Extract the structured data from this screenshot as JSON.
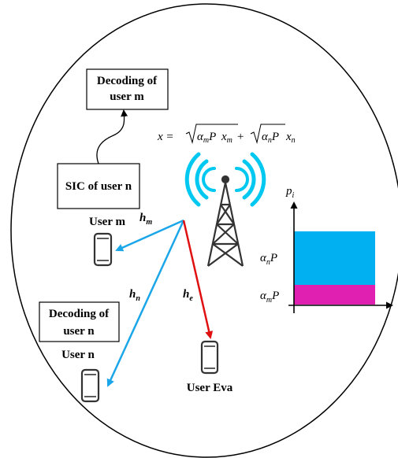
{
  "boxes": {
    "decoding_m_line1": "Decoding of",
    "decoding_m_line2": "user m",
    "sic_n": "SIC of user n",
    "decoding_n_line1": "Decoding of",
    "decoding_n_line2": "user n"
  },
  "users": {
    "m": "User m",
    "n": "User n",
    "eva": "User Eva"
  },
  "channels": {
    "hm": {
      "base": "h",
      "sub": "m"
    },
    "hn": {
      "base": "h",
      "sub": "n"
    },
    "he": {
      "base": "h",
      "sub": "e"
    }
  },
  "equation": {
    "lhs": "x = ",
    "plus": " + ",
    "alpha": "α",
    "P": "P",
    "x": "x",
    "sub_m": "m",
    "sub_n": "n"
  },
  "power_chart": {
    "ylabel_base": "p",
    "ylabel_sub": "i",
    "levels": [
      {
        "label_base": "α",
        "label_sub": "n",
        "label_tail": "P",
        "color": "#00b0f0"
      },
      {
        "label_base": "α",
        "label_sub": "m",
        "label_tail": "P",
        "color": "#e020b0"
      }
    ]
  },
  "colors": {
    "blue_link": "#1aa6e8",
    "red_link": "#e01010",
    "signal_waves": "#00c8f0"
  },
  "icons": [
    "base-station-tower-icon",
    "signal-waves-icon",
    "smartphone-icon"
  ]
}
